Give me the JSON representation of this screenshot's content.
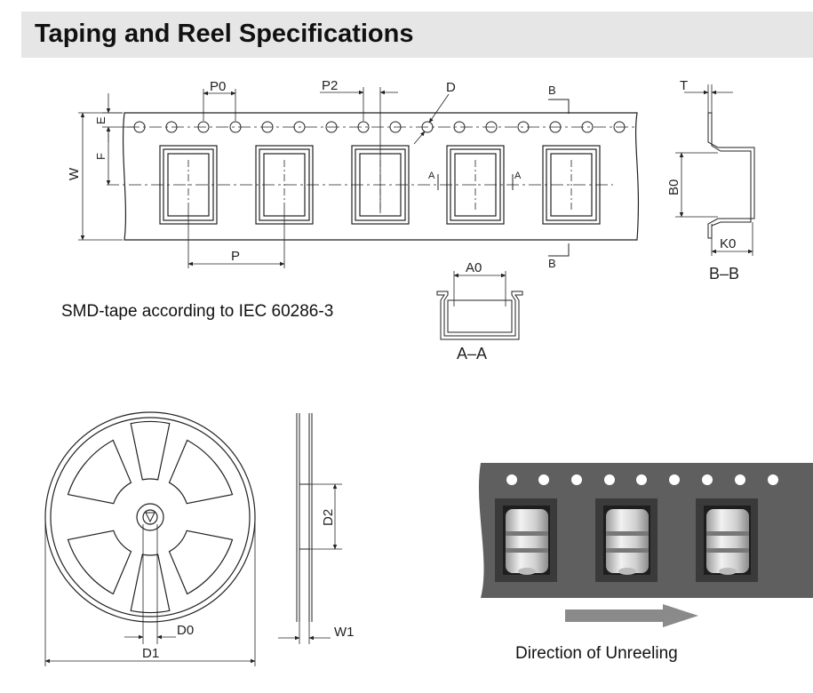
{
  "title": "Taping and Reel Specifications",
  "tape_caption": "SMD-tape according to IEC 60286-3",
  "unreeling_caption": "Direction of Unreeling",
  "tape_labels": {
    "p0": "P0",
    "p2": "P2",
    "d": "D",
    "b_top": "B",
    "b_bottom": "B",
    "e": "E",
    "f": "F",
    "w": "W",
    "a_left": "A",
    "a_right": "A",
    "p": "P"
  },
  "section_aa": {
    "a0": "A0",
    "title": "A–A"
  },
  "section_bb": {
    "t": "T",
    "b0": "B0",
    "k0": "K0",
    "title": "B–B"
  },
  "reel_labels": {
    "d0": "D0",
    "d1": "D1"
  },
  "reel_side_labels": {
    "d2": "D2",
    "w1": "W1"
  },
  "colors": {
    "title_bg": "#e6e6e6",
    "photo_tape": "#5f5f5f",
    "arrow": "#8a8a8a",
    "line": "#222222"
  }
}
